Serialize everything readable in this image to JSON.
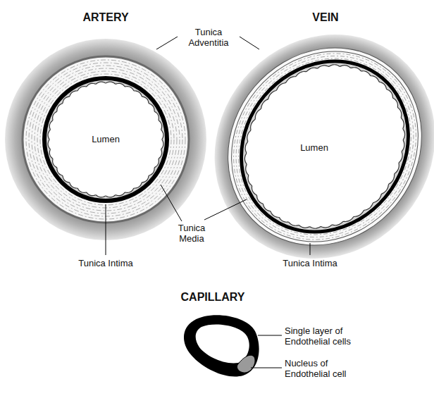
{
  "diagram": {
    "labels": [
      "ARTERY",
      "VEIN",
      "Tunica Adventitia",
      "Lumen",
      "Lumen",
      "Tunica Media",
      "Tunica Intima",
      "Tunica Intima",
      "CAPILLARY",
      "Single layer of Endothelial cells",
      "Nucleus of Endothelial cell"
    ]
  }
}
